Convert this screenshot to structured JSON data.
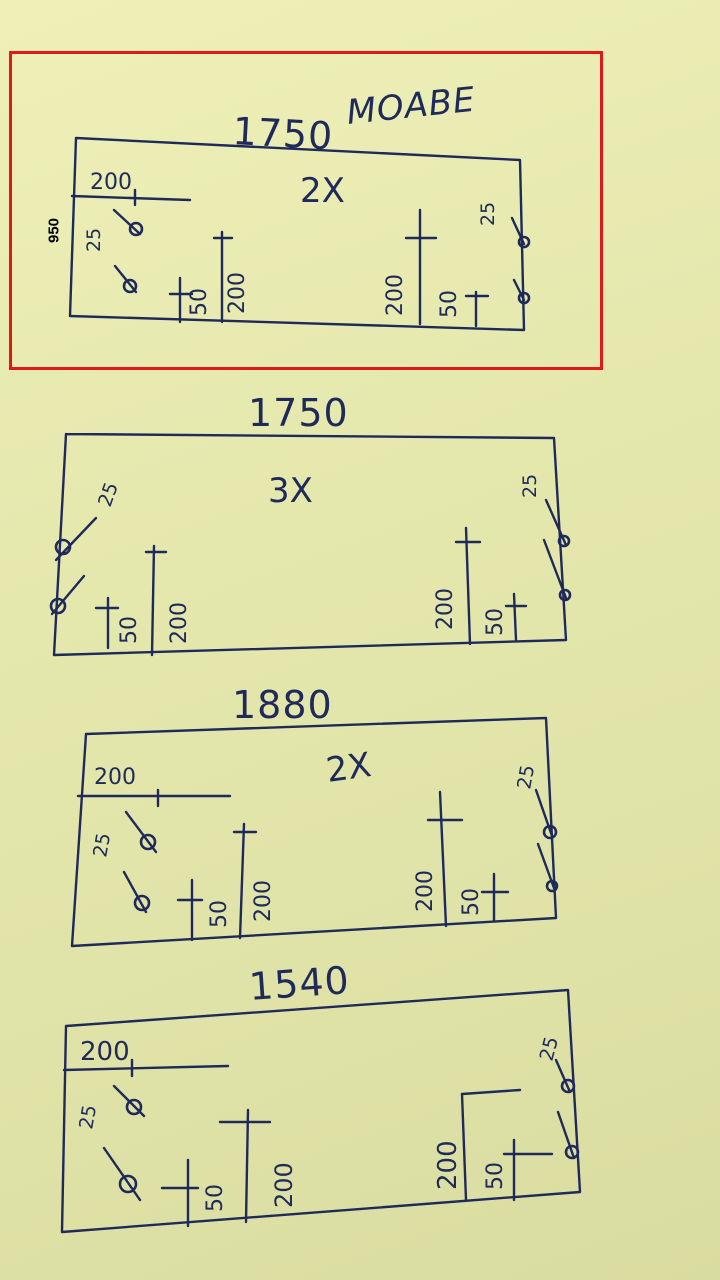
{
  "annotation": {
    "side_label": "950"
  },
  "drawings": [
    {
      "width": "1750",
      "label": "MOABE",
      "qty": "2X",
      "top_left": "200",
      "left_edge": "25",
      "right_edge": "25",
      "left_mark1": "50",
      "left_mark2": "200",
      "right_mark1": "200",
      "right_mark2": "50"
    },
    {
      "width": "1750",
      "qty": "3X",
      "left_edge": "25",
      "right_edge": "25",
      "left_mark1": "50",
      "left_mark2": "200",
      "right_mark1": "200",
      "right_mark2": "50"
    },
    {
      "width": "1880",
      "qty": "2X",
      "top_left": "200",
      "left_edge": "25",
      "right_edge": "25",
      "left_mark1": "50",
      "left_mark2": "200",
      "right_mark1": "200",
      "right_mark2": "50"
    },
    {
      "width": "1540",
      "top_left": "200",
      "left_edge": "25",
      "right_edge": "25",
      "left_mark1": "50",
      "left_mark2": "200",
      "right_mark1": "200",
      "right_mark2": "50"
    }
  ],
  "colors": {
    "paper": "#e7e8ae",
    "ink": "#1f2a5a",
    "highlight": "#e01818"
  }
}
